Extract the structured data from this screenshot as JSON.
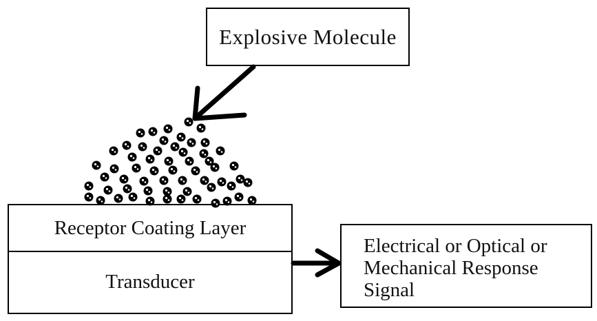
{
  "explosive": {
    "label": "Explosive Molecule"
  },
  "sensor": {
    "receptor_label": "Receptor Coating Layer",
    "transducer_label": "Transducer"
  },
  "response": {
    "line1": "Electrical or Optical or",
    "line2": "Mechanical Response",
    "line3": "Signal"
  },
  "colors": {
    "ink": "#000000",
    "background": "#ffffff"
  },
  "icons": {
    "molecule_pile": "molecule-cluster",
    "input_arrow": "arrow-down-left",
    "output_arrow": "arrow-right"
  }
}
